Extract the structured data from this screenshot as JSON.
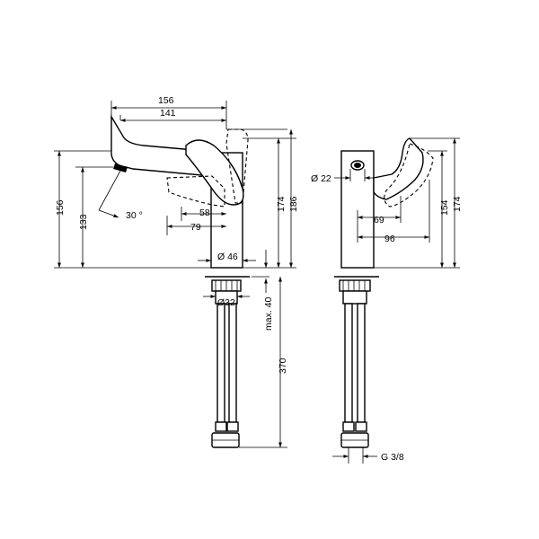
{
  "dimensions": {
    "top_width_156": "156",
    "top_width_141": "141",
    "angle_30": "30 °",
    "height_156": "156",
    "height_133": "133",
    "lever_58": "58",
    "lever_79": "79",
    "height_174_front": "174",
    "height_186": "186",
    "dia_46": "Ø 46",
    "dia_32": "Ø32",
    "max_40": "max. 40",
    "hose_370": "370",
    "dia_22": "Ø 22",
    "side_69": "69",
    "side_96": "96",
    "side_154": "154",
    "side_174": "174",
    "thread_g38": "G 3/8"
  }
}
